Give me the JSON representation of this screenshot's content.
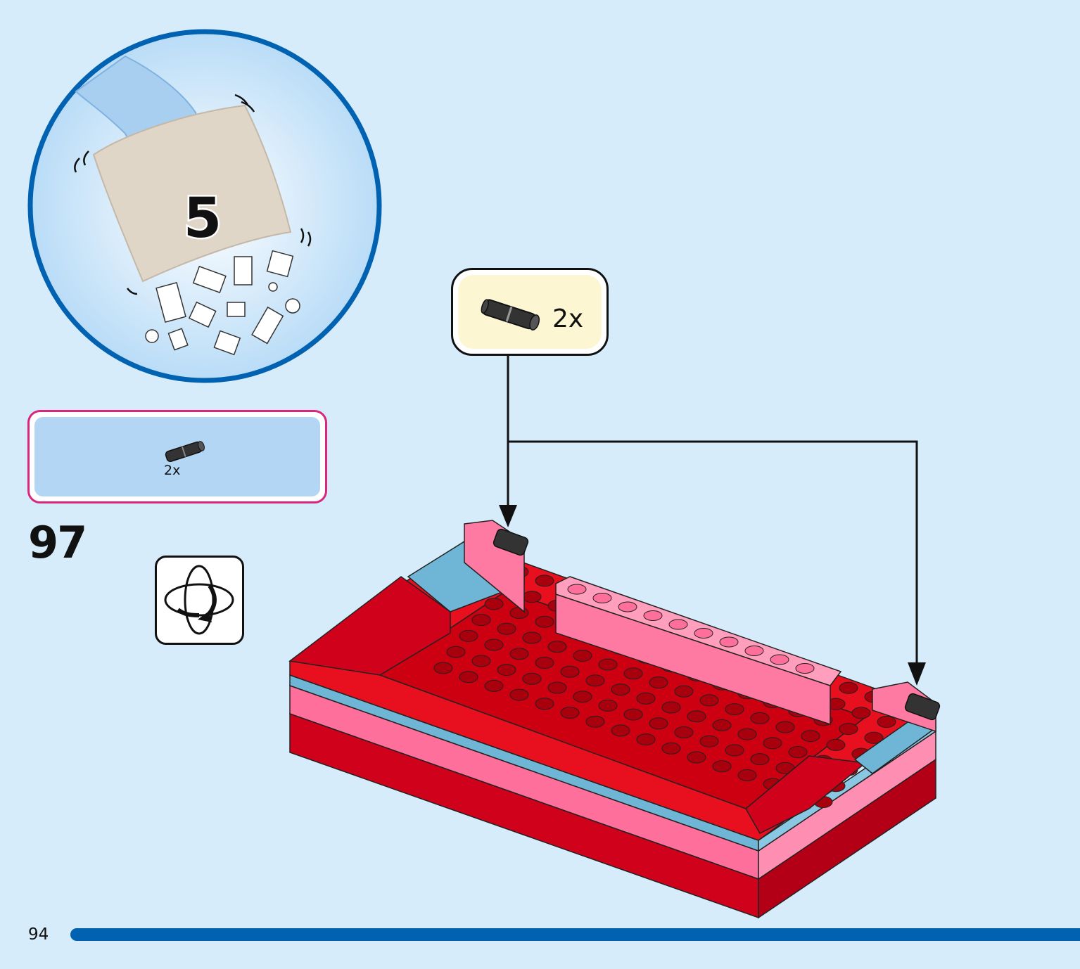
{
  "bag": {
    "number": "5"
  },
  "parts_list": {
    "items": [
      {
        "qty": "2x",
        "icon": "technic-pin-icon"
      }
    ]
  },
  "step": {
    "number": "97"
  },
  "callout": {
    "qty": "2x",
    "icon": "technic-pin-icon"
  },
  "footer": {
    "page_number": "94"
  },
  "colors": {
    "background": "#d6ecfb",
    "accent_blue": "#0062b0",
    "parts_border": "#d9267a",
    "callout_fill": "#fcf6d2",
    "brick_red": "#d0021b",
    "brick_pink": "#ff6f9c",
    "brick_light_blue": "#6fb6d6"
  }
}
